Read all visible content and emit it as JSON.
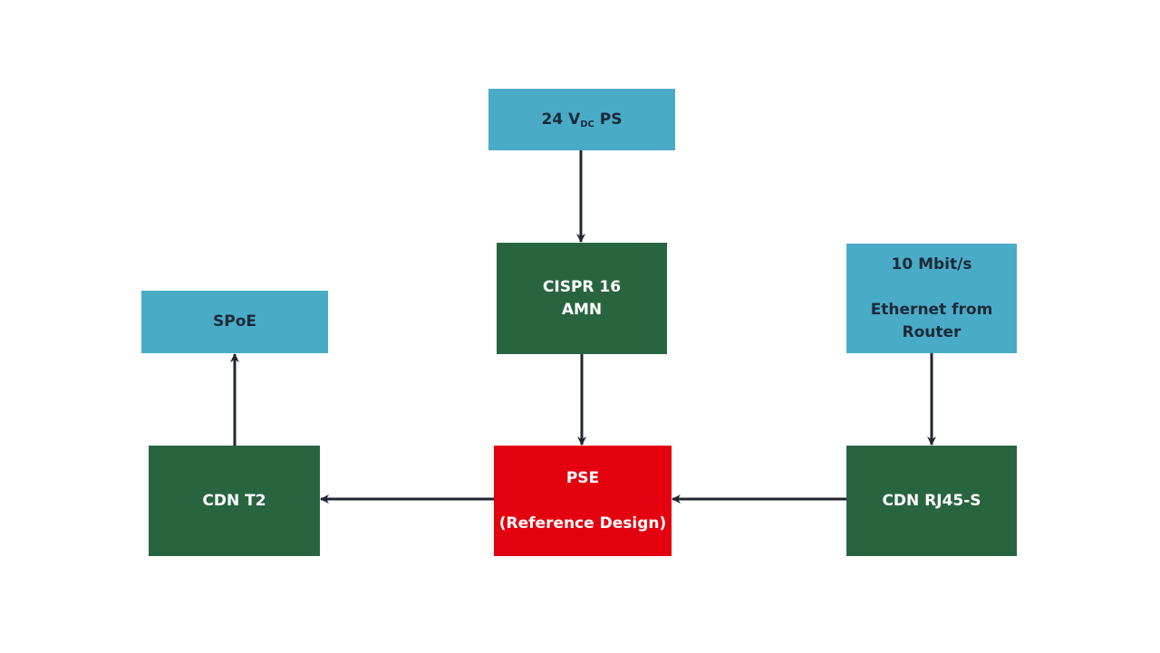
{
  "nodes": {
    "ps24": {
      "prefix": "24 V",
      "subscript": "DC",
      "suffix": " PS"
    },
    "cispr": {
      "line1": "CISPR 16",
      "line2": "AMN"
    },
    "ethernet": {
      "line1": "10 Mbit/s",
      "line2": "Ethernet from",
      "line3": "Router"
    },
    "spoe": {
      "label": "SPoE"
    },
    "cdn_t2": {
      "label": "CDN T2"
    },
    "pse": {
      "line1": "PSE",
      "line2": "(Reference Design)"
    },
    "cdn_rj45": {
      "label": "CDN RJ45-S"
    }
  },
  "edges": [
    {
      "from": "24 V DC PS",
      "to": "CISPR 16 AMN"
    },
    {
      "from": "CISPR 16 AMN",
      "to": "PSE"
    },
    {
      "from": "Ethernet from Router",
      "to": "CDN RJ45-S"
    },
    {
      "from": "CDN RJ45-S",
      "to": "PSE"
    },
    {
      "from": "PSE",
      "to": "CDN T2"
    },
    {
      "from": "CDN T2",
      "to": "SPoE"
    }
  ],
  "colors": {
    "light_box": "#4aabc7",
    "dark_box": "#296441",
    "red_box": "#e3000f",
    "arrow": "#1f2630"
  }
}
